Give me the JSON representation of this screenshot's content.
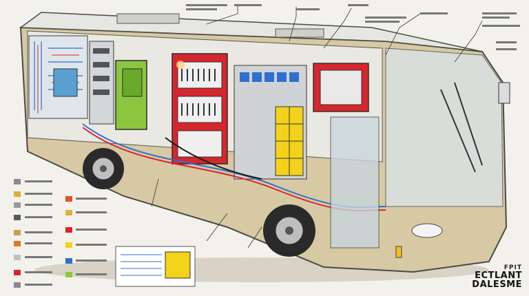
{
  "brand": {
    "line1": "FPIT",
    "line2": "ECTLANT",
    "line3": "DALESME"
  },
  "colors": {
    "body": "#d6c9a3",
    "panel_red": "#d6262e",
    "panel_green": "#8cc63f",
    "panel_yellow": "#f2d21b",
    "wire_blue": "#2f6fd0",
    "background": "#f3f1ec"
  },
  "legend_swatches": [
    "#8a8a8a",
    "#d8b23a",
    "#9a9a9a",
    "#5a5a5a",
    "#c4a24a",
    "#e07a20",
    "#bfbfbf",
    "#d6262e",
    "#8a8a8a",
    "#e0522a",
    "#d8b23a",
    "#d6262e",
    "#f2d21b",
    "#2f6fd0"
  ],
  "icons": [
    "bus-cutaway-illustration",
    "callout-leader-lines",
    "legend-swatch-icons",
    "brand-logo"
  ]
}
